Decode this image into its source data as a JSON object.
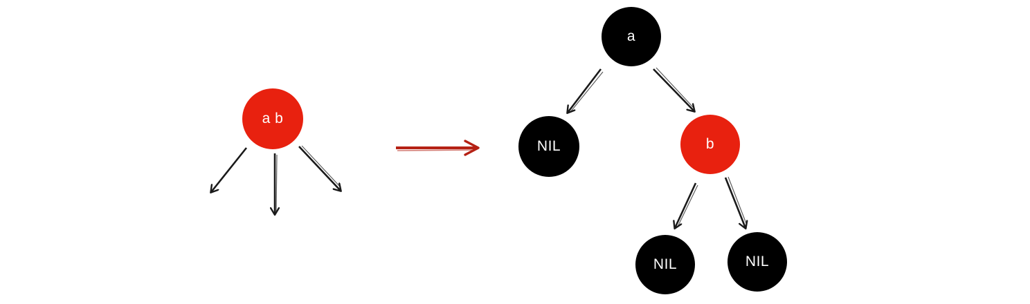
{
  "colors": {
    "red": "#E8210F",
    "black": "#000000",
    "arrow": "#1a1a1a",
    "transform_arrow": "#B52114"
  },
  "left_tree": {
    "node": {
      "label": "a b",
      "color": "red"
    }
  },
  "right_tree": {
    "root": {
      "label": "a",
      "color": "black"
    },
    "left_child": {
      "label": "NIL",
      "color": "black"
    },
    "right_child": {
      "label": "b",
      "color": "red"
    },
    "b_left_child": {
      "label": "NIL",
      "color": "black"
    },
    "b_right_child": {
      "label": "NIL",
      "color": "black"
    }
  }
}
